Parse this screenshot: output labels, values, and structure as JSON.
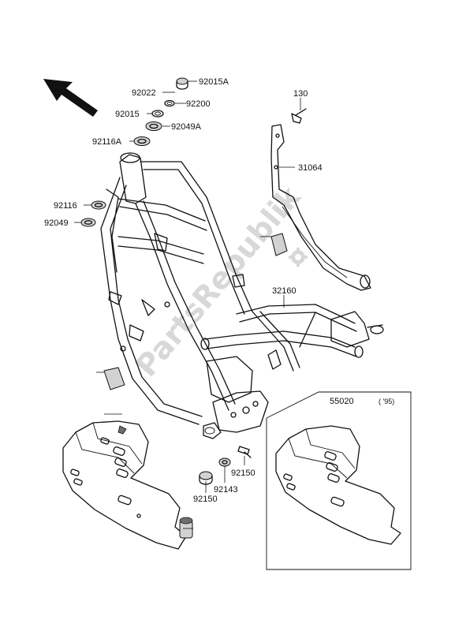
{
  "labels": {
    "p92015A": "92015A",
    "p92022": "92022",
    "p92200": "92200",
    "p92015": "92015",
    "p92049A": "92049A",
    "p92116A": "92116A",
    "p92116": "92116",
    "p92049": "92049",
    "p130": "130",
    "p31064": "31064",
    "p32160": "32160",
    "p55020": "55020",
    "year": "( '95)",
    "p92150a": "92150",
    "p92143": "92143",
    "p92150b": "92150"
  },
  "watermark": "PartsRepublik",
  "icons": {
    "direction": "front-direction-arrow-icon",
    "gear": "gear-icon"
  },
  "colors": {
    "line": "#111111",
    "watermark": "#d8d8d8"
  }
}
